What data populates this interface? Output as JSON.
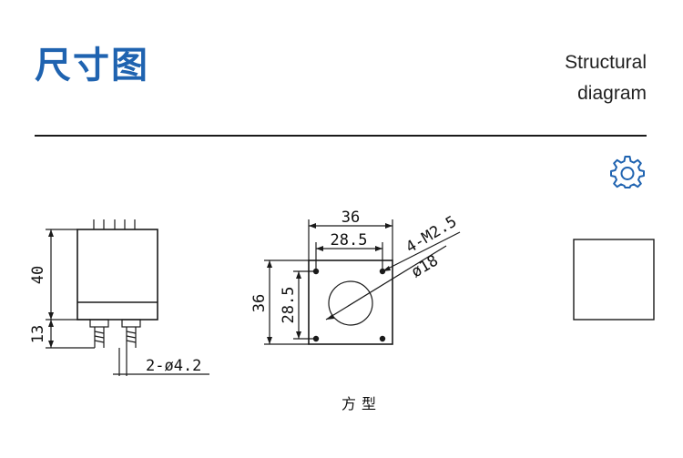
{
  "header": {
    "title": "尺寸图",
    "subtitle_line1": "Structural",
    "subtitle_line2": "diagram"
  },
  "icons": {
    "settings": "gear-icon"
  },
  "colors": {
    "brand_blue": "#1f63b0",
    "line": "#1a1a1a"
  },
  "side_view": {
    "height_body": "40",
    "height_nozzle": "13",
    "nozzle_label": "2-ø4.2"
  },
  "front_view": {
    "width_outer": "36",
    "width_holes": "28.5",
    "height_outer": "36",
    "height_holes": "28.5",
    "thread_label": "4-M2.5",
    "bore_label": "ø18",
    "caption": "方型"
  }
}
